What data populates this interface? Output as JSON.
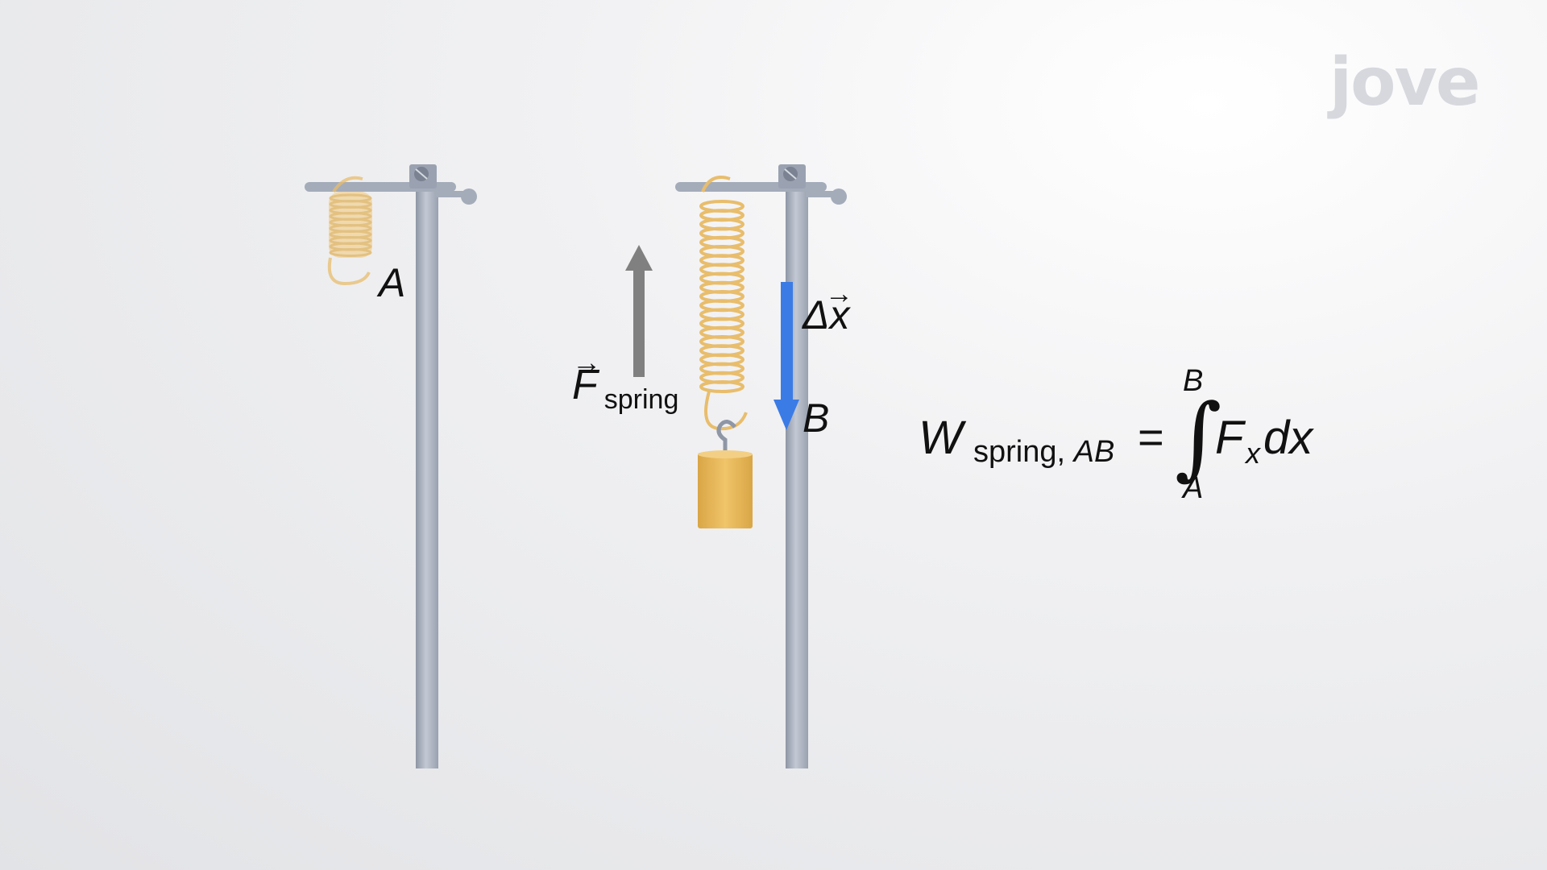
{
  "logo": {
    "text": "jove"
  },
  "left_stand": {
    "point_label": "A"
  },
  "right_stand": {
    "force_label": "F",
    "force_subscript": "spring",
    "displacement_label": "Δx",
    "point_label": "B",
    "vector_arrow": "→"
  },
  "formula": {
    "lhs_symbol": "W",
    "lhs_subscript_plain": "spring,",
    "lhs_subscript_italic": "AB",
    "equals": "=",
    "integral_sign": "∫",
    "upper_bound": "B",
    "lower_bound": "A",
    "integrand_symbol": "F",
    "integrand_subscript": "x",
    "differential": "dx"
  },
  "colors": {
    "stand_metal": "#a9b1bf",
    "spring": "#e8bd6c",
    "weight": "#e6b656",
    "force_arrow": "#808080",
    "displacement_arrow": "#3b7be6"
  }
}
